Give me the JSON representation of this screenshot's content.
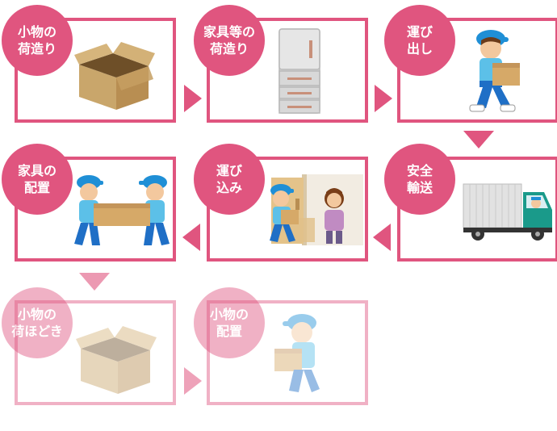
{
  "steps": [
    {
      "label": "小物の\n荷造り",
      "illustration": "cardboard-box-icon"
    },
    {
      "label": "家具等の\n荷造り",
      "illustration": "refrigerator-icon"
    },
    {
      "label": "運び\n出し",
      "illustration": "mover-carrying-box-icon"
    },
    {
      "label": "安全\n輸送",
      "illustration": "moving-truck-icon"
    },
    {
      "label": "運び\n込み",
      "illustration": "mover-delivering-to-customer-icon"
    },
    {
      "label": "家具の\n配置",
      "illustration": "two-movers-carrying-box-icon"
    },
    {
      "label": "小物の\n荷ほどき",
      "illustration": "open-box-icon"
    },
    {
      "label": "小物の\n配置",
      "illustration": "mover-placing-box-icon"
    }
  ],
  "colors": {
    "accent": "#e0557f",
    "faded_steps": [
      6,
      7
    ]
  }
}
